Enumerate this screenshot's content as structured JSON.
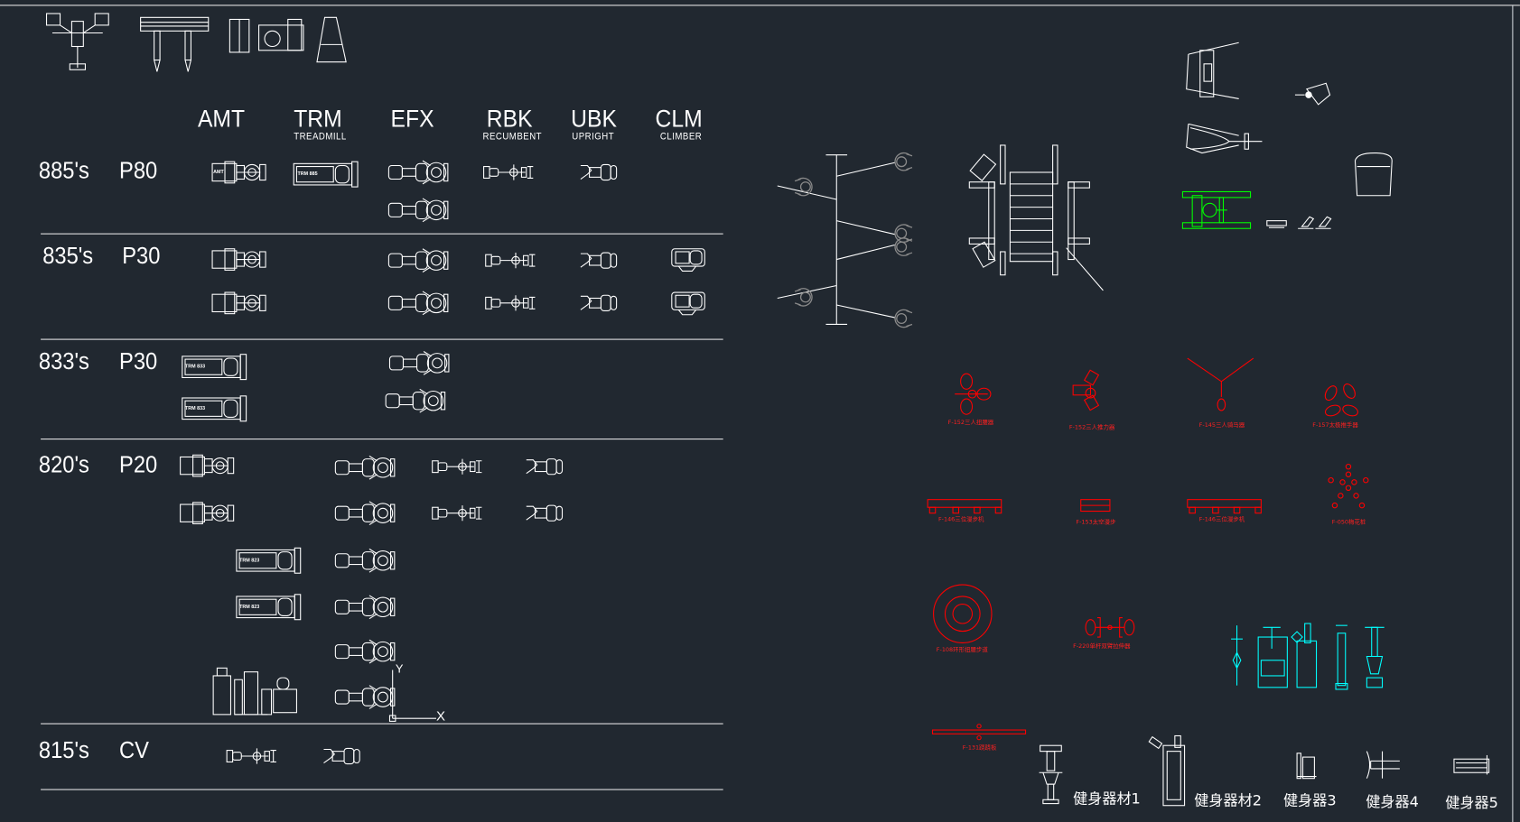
{
  "columns": [
    {
      "code": "AMT",
      "desc": ""
    },
    {
      "code": "TRM",
      "desc": "TREADMILL"
    },
    {
      "code": "EFX",
      "desc": ""
    },
    {
      "code": "RBK",
      "desc": "RECUMBENT"
    },
    {
      "code": "UBK",
      "desc": "UPRIGHT"
    },
    {
      "code": "CLM",
      "desc": "CLIMBER"
    }
  ],
  "rows": [
    {
      "series": "885's",
      "model": "P80"
    },
    {
      "series": "835's",
      "model": "P30"
    },
    {
      "series": "833's",
      "model": "P30"
    },
    {
      "series": "820's",
      "model": "P20"
    },
    {
      "series": "815's",
      "model": "CV"
    }
  ],
  "block_text": {
    "amt": "AMT",
    "trm885": "TRM 885",
    "trm833": "TRM 833",
    "trm823": "TRM 823"
  },
  "ucs": {
    "x_label": "X",
    "y_label": "Y"
  },
  "red_labels": [
    "F-152三人扭腰器",
    "F-152三人推力器",
    "F-145三人骑马器",
    "F-157太极推手器",
    "F-146三位漫步机",
    "F-153太空漫步",
    "F-146三位漫步机",
    "F-050梅花桩",
    "F-108环形扭腰步道",
    "F-220单杆双臂拉伸器",
    "F-131跷跷板"
  ],
  "fitness_labels": [
    "健身器材1",
    "健身器材2",
    "健身器3",
    "健身器4",
    "健身器5"
  ],
  "colors": {
    "background": "#212830",
    "lines": "#ffffff",
    "red_blocks": "#ff0000",
    "green_block": "#00ff00",
    "cyan_blocks": "#00ffff",
    "gray_blocks": "#8a8a8a"
  }
}
